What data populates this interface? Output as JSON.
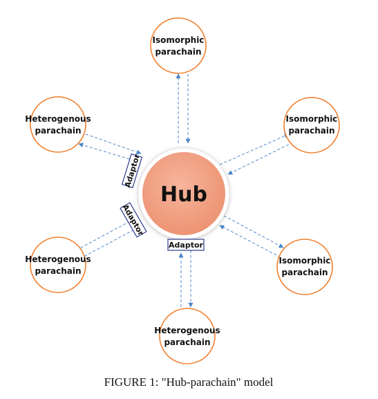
{
  "hub": {
    "label": "Hub",
    "fill": "#f0a085",
    "border": "#ffffff"
  },
  "parachains": [
    {
      "id": "top",
      "line1": "Isomorphic",
      "line2": "parachain"
    },
    {
      "id": "right-top",
      "line1": "Isomorphic",
      "line2": "parachain"
    },
    {
      "id": "right-bottom",
      "line1": "Isomorphic",
      "line2": "parachain"
    },
    {
      "id": "bottom",
      "line1": "Heterogenous",
      "line2": "parachain"
    },
    {
      "id": "left-bottom",
      "line1": "Heterogenous",
      "line2": "parachain"
    },
    {
      "id": "left-top",
      "line1": "Heterogenous",
      "line2": "parachain"
    }
  ],
  "adaptors": [
    {
      "id": "left-top",
      "label": "Adaptor"
    },
    {
      "id": "left-bottom",
      "label": "Adaptor"
    },
    {
      "id": "bottom",
      "label": "Adaptor"
    }
  ],
  "caption": "FIGURE 1: \"Hub-parachain\" model",
  "colors": {
    "node_border": "#f07f2e",
    "arrow": "#4a86c8",
    "adaptor_border": "#2b3a8c"
  }
}
